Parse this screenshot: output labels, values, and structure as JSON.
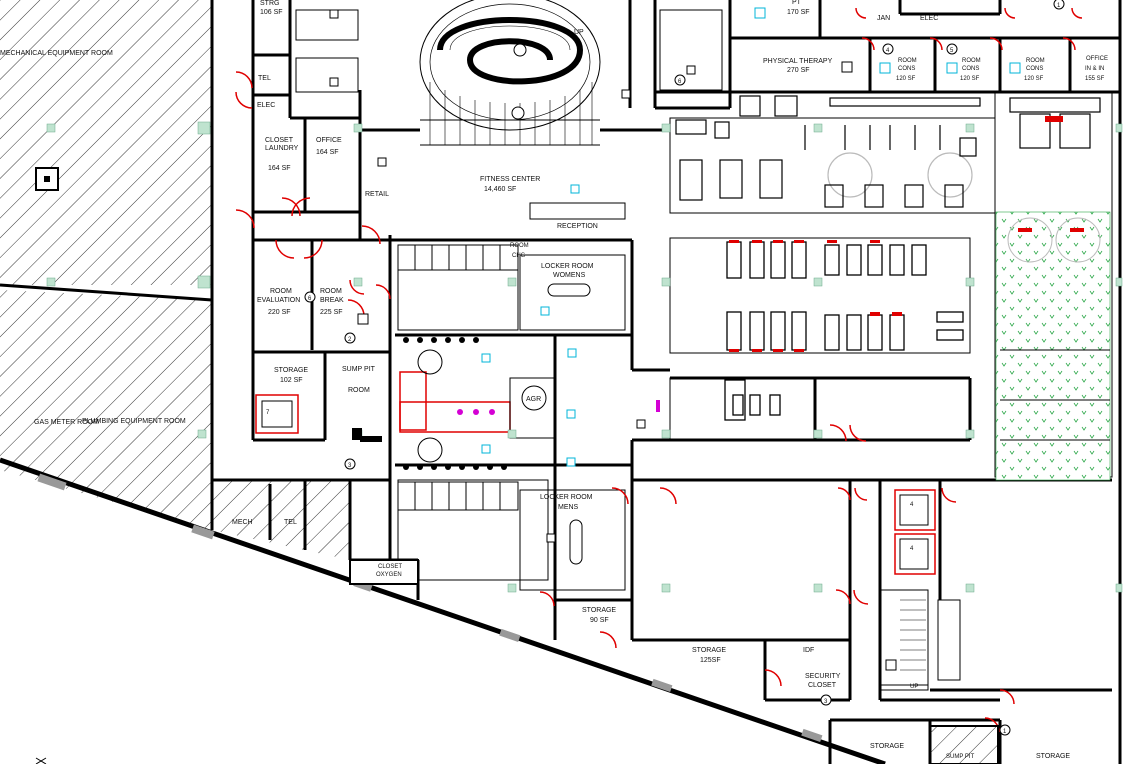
{
  "rooms": {
    "mech_equip": "MECHANICAL EQUIPMENT ROOM",
    "plumbing": "PLUMBING EQUIPMENT ROOM",
    "gas_meter": "GAS METER ROOM",
    "strg": "STRG",
    "strg_sf": "106 SF",
    "elec_left": "ELEC",
    "tel_left": "TEL",
    "laundry": "LAUNDRY",
    "laundry_line2": "CLOSET",
    "laundry_sf": "164 SF",
    "office": "OFFICE",
    "office_sf": "164 SF",
    "retail": "RETAIL",
    "fitness": "FITNESS CENTER",
    "fitness_sf": "14,460 SF",
    "reception": "RECEPTION",
    "evaluation": "EVALUATION",
    "evaluation_line2": "ROOM",
    "evaluation_sf": "220 SF",
    "break": "BREAK",
    "break_line2": "ROOM",
    "break_sf": "225 SF",
    "storage_102": "STORAGE",
    "storage_102_sf": "102 SF",
    "sump_pit": "SUMP PIT",
    "sump_pit_line2": "ROOM",
    "womens_locker": "WOMENS",
    "womens_locker_line2": "LOCKER ROOM",
    "chg": "CHG",
    "chg_line2": "ROOM",
    "agr": "AGR",
    "mens_locker": "MENS",
    "mens_locker_line2": "LOCKER ROOM",
    "mech": "MECH",
    "tel": "TEL",
    "oxygen_closet": "OXYGEN",
    "oxygen_closet_line2": "CLOSET",
    "storage_90": "STORAGE",
    "storage_90_sf": "90 SF",
    "storage_125": "STORAGE",
    "storage_125_sf": "125SF",
    "idf": "IDF",
    "security": "SECURITY",
    "security_line2": "CLOSET",
    "storage_bottom_1": "STORAGE",
    "storage_bottom_2": "STORAGE",
    "sump_pit_bottom": "SUMP PIT",
    "pt": "PT",
    "pt_sf": "170 SF",
    "jan": "JAN",
    "elec_top": "ELEC",
    "physical_therapy": "PHYSICAL THERAPY",
    "physical_therapy_sf": "270 SF",
    "consult_1": "CONS",
    "consult_1_line2": "ROOM",
    "consult_1_sf": "120 SF",
    "consult_2": "CONS",
    "consult_2_line2": "ROOM",
    "consult_2_sf": "120 SF",
    "consult_3": "CONS",
    "consult_3_line2": "ROOM",
    "consult_3_sf": "120 SF",
    "office_top": "OFFICE",
    "office_top_line2": "IN & IN",
    "office_top_sf": "155 SF",
    "up_stair": "UP",
    "up_bottom": "UP"
  },
  "tags": {
    "t_6": "6",
    "t_2": "2",
    "t_3": "3",
    "t_4": "4",
    "t_5": "5",
    "t_1": "1",
    "t_7": "7",
    "t_4b": "4"
  },
  "colors": {
    "wall": "#000000",
    "door": "#e00000",
    "tag": "#00b4d8",
    "turf": "#2ea84a",
    "marker": "#bfe3cf",
    "hatch": "#333333"
  },
  "icons": {
    "north_arrow": "x-mark-icon"
  }
}
